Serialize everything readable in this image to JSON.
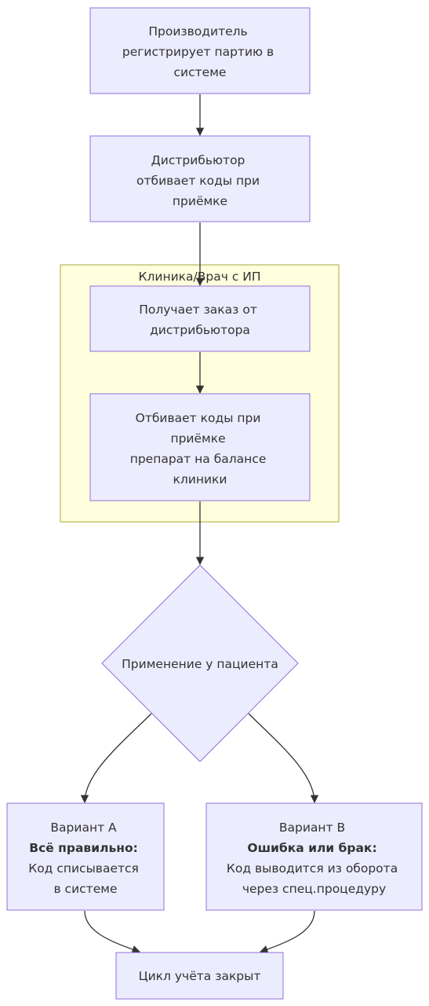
{
  "nodes": {
    "manufacturer": {
      "lines": [
        "Производитель",
        "регистрирует партию в",
        "системе"
      ]
    },
    "distributor": {
      "lines": [
        "Дистрибьютор",
        "отбивает коды при",
        "приёмке"
      ]
    },
    "order": {
      "lines": [
        "Получает заказ от",
        "дистрибьютора"
      ]
    },
    "accept": {
      "lines": [
        "Отбивает коды при",
        "приёмке",
        "препарат на балансе",
        "клиники"
      ]
    },
    "apply": {
      "lines": [
        "Применение у пациента"
      ]
    },
    "variant_a": {
      "lines": [
        "Вариант A",
        "Всё правильно:",
        "Код списывается",
        "в системе"
      ]
    },
    "variant_b": {
      "lines": [
        "Вариант B",
        "Ошибка или брак:",
        "Код выводится из оборота",
        "через спец.процедуру"
      ]
    },
    "closed": {
      "lines": [
        "Цикл учёта закрыт"
      ]
    }
  },
  "cluster": {
    "title": "Клиника/Врач с ИП"
  },
  "colors": {
    "node_fill": "#ececff",
    "node_stroke": "#9370db",
    "cluster_fill": "#ffffde",
    "cluster_stroke": "#aaaa33",
    "edge": "#333333",
    "text": "#333333"
  }
}
